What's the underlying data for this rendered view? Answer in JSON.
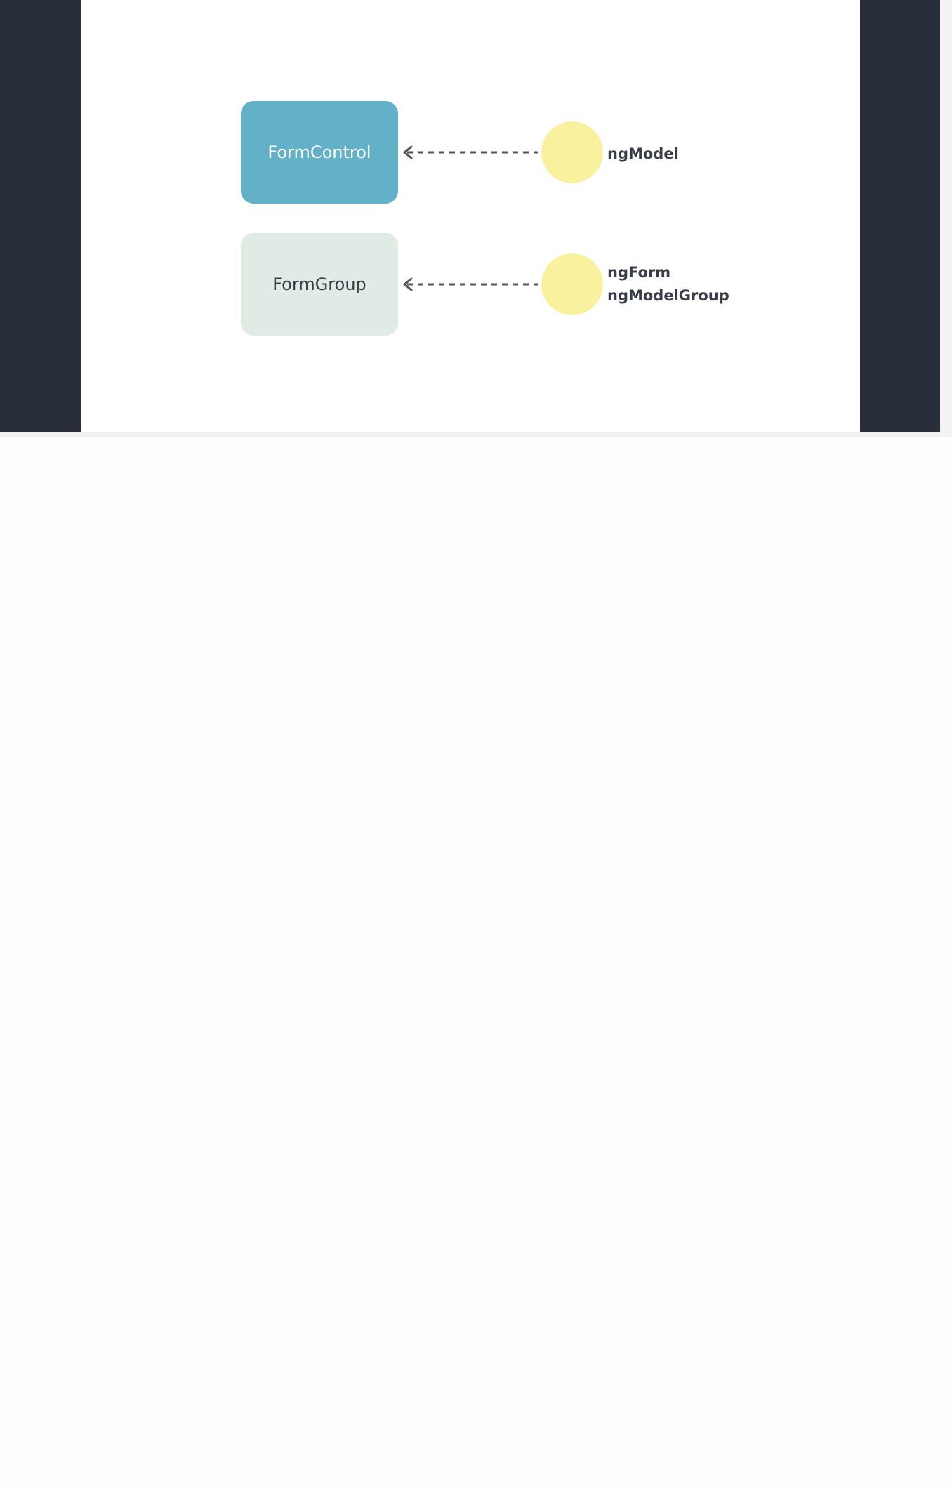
{
  "diagram": {
    "rows": [
      {
        "box_label": "FormControl",
        "directives": [
          "ngModel"
        ]
      },
      {
        "box_label": "FormGroup",
        "directives": [
          "ngForm",
          "ngModelGroup"
        ]
      }
    ]
  },
  "colors": {
    "stage_background": "#282f3b",
    "slide_background": "#ffffff",
    "formcontrol_box": "#62b1c8",
    "formgroup_box": "#e1ebe6",
    "directive_circle": "#faf19f",
    "arrow": "#555555",
    "label_text": "#383d47"
  }
}
